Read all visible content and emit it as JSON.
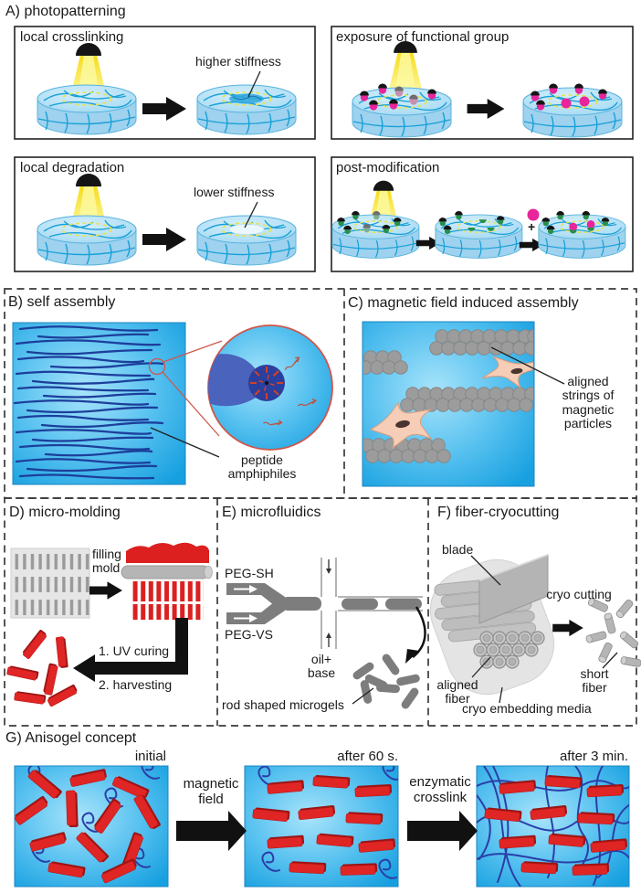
{
  "figure": {
    "panels": {
      "a": {
        "title": "A) photopatterning",
        "local_crosslinking": {
          "label": "local crosslinking",
          "result": "higher stiffness"
        },
        "exposure": {
          "label": "exposure of functional group"
        },
        "local_degradation": {
          "label": "local degradation",
          "result": "lower stiffness"
        },
        "post_modification": {
          "label": "post-modification",
          "plus": "+"
        }
      },
      "b": {
        "title": "B) self assembly",
        "callout": "peptide amphiphiles"
      },
      "c": {
        "title": "C) magnetic field induced assembly",
        "callout": "aligned strings of magnetic particles"
      },
      "d": {
        "title": "D) micro-molding",
        "mold_label": "filling mold",
        "step1": "1. UV curing",
        "step2": "2. harvesting"
      },
      "e": {
        "title": "E) microfluidics",
        "inlet_top": "PEG-SH",
        "inlet_bottom": "PEG-VS",
        "side_flow": "oil+ base",
        "callout": "rod shaped microgels"
      },
      "f": {
        "title": "F) fiber-cryocutting",
        "blade": "blade",
        "process": "cryo cutting",
        "short_fiber": "short fiber",
        "aligned_fiber": "aligned fiber",
        "media": "cryo embedding media"
      },
      "g": {
        "title": "G) Anisogel concept",
        "stage1": "initial",
        "stage2": "after 60 s.",
        "stage3": "after 3 min.",
        "arrow1": "magnetic field",
        "arrow2": "enzymatic crosslink"
      }
    },
    "colors": {
      "hydrogel_blue": "#9ed7f2",
      "network_cyan": "#18a0d8",
      "uv_beam_yellow": "#f5d90a",
      "patterned_region_yellow": "#e6e34a",
      "functional_magenta": "#e8259b",
      "functional_green": "#2a8f4a",
      "matrix_cyan": "#29a8e0",
      "fiber_dark_blue": "#2a3fa8",
      "microgel_red": "#e02525",
      "particle_gray": "#9c9c9c",
      "cell_pink": "#f6cdb6",
      "channel_gray": "#7d7d7d",
      "media_gray": "#e4e4e4",
      "arrow_black": "#111111"
    }
  }
}
